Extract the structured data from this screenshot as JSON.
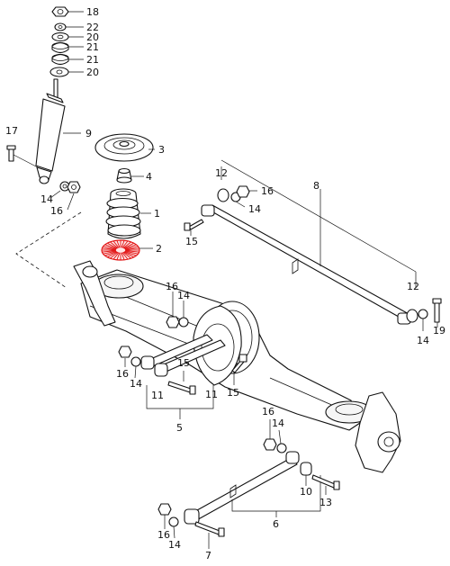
{
  "colors": {
    "line": "#111111",
    "background": "#ffffff",
    "highlight": "#e11212"
  },
  "diagram": {
    "callouts": [
      {
        "id": "c-18",
        "text": "18"
      },
      {
        "id": "c-22",
        "text": "22"
      },
      {
        "id": "c-20a",
        "text": "20"
      },
      {
        "id": "c-21a",
        "text": "21"
      },
      {
        "id": "c-21b",
        "text": "21"
      },
      {
        "id": "c-20b",
        "text": "20"
      },
      {
        "id": "c-17",
        "text": "17"
      },
      {
        "id": "c-9",
        "text": "9"
      },
      {
        "id": "c-3",
        "text": "3"
      },
      {
        "id": "c-4",
        "text": "4"
      },
      {
        "id": "c-1",
        "text": "1"
      },
      {
        "id": "c-2",
        "text": "2"
      },
      {
        "id": "c-14a",
        "text": "14"
      },
      {
        "id": "c-16a",
        "text": "16"
      },
      {
        "id": "c-12a",
        "text": "12"
      },
      {
        "id": "c-16b",
        "text": "16"
      },
      {
        "id": "c-14b",
        "text": "14"
      },
      {
        "id": "c-15a",
        "text": "15"
      },
      {
        "id": "c-8",
        "text": "8"
      },
      {
        "id": "c-12b",
        "text": "12"
      },
      {
        "id": "c-19",
        "text": "19"
      },
      {
        "id": "c-14c",
        "text": "14"
      },
      {
        "id": "c-16c",
        "text": "16"
      },
      {
        "id": "c-14d",
        "text": "14"
      },
      {
        "id": "c-16d",
        "text": "16"
      },
      {
        "id": "c-14e",
        "text": "14"
      },
      {
        "id": "c-15b",
        "text": "15"
      },
      {
        "id": "c-11a",
        "text": "11"
      },
      {
        "id": "c-11b",
        "text": "11"
      },
      {
        "id": "c-15c",
        "text": "15"
      },
      {
        "id": "c-5",
        "text": "5"
      },
      {
        "id": "c-16e",
        "text": "16"
      },
      {
        "id": "c-14f",
        "text": "14"
      },
      {
        "id": "c-10",
        "text": "10"
      },
      {
        "id": "c-13",
        "text": "13"
      },
      {
        "id": "c-6",
        "text": "6"
      },
      {
        "id": "c-16f",
        "text": "16"
      },
      {
        "id": "c-14g",
        "text": "14"
      },
      {
        "id": "c-7",
        "text": "7"
      }
    ]
  }
}
